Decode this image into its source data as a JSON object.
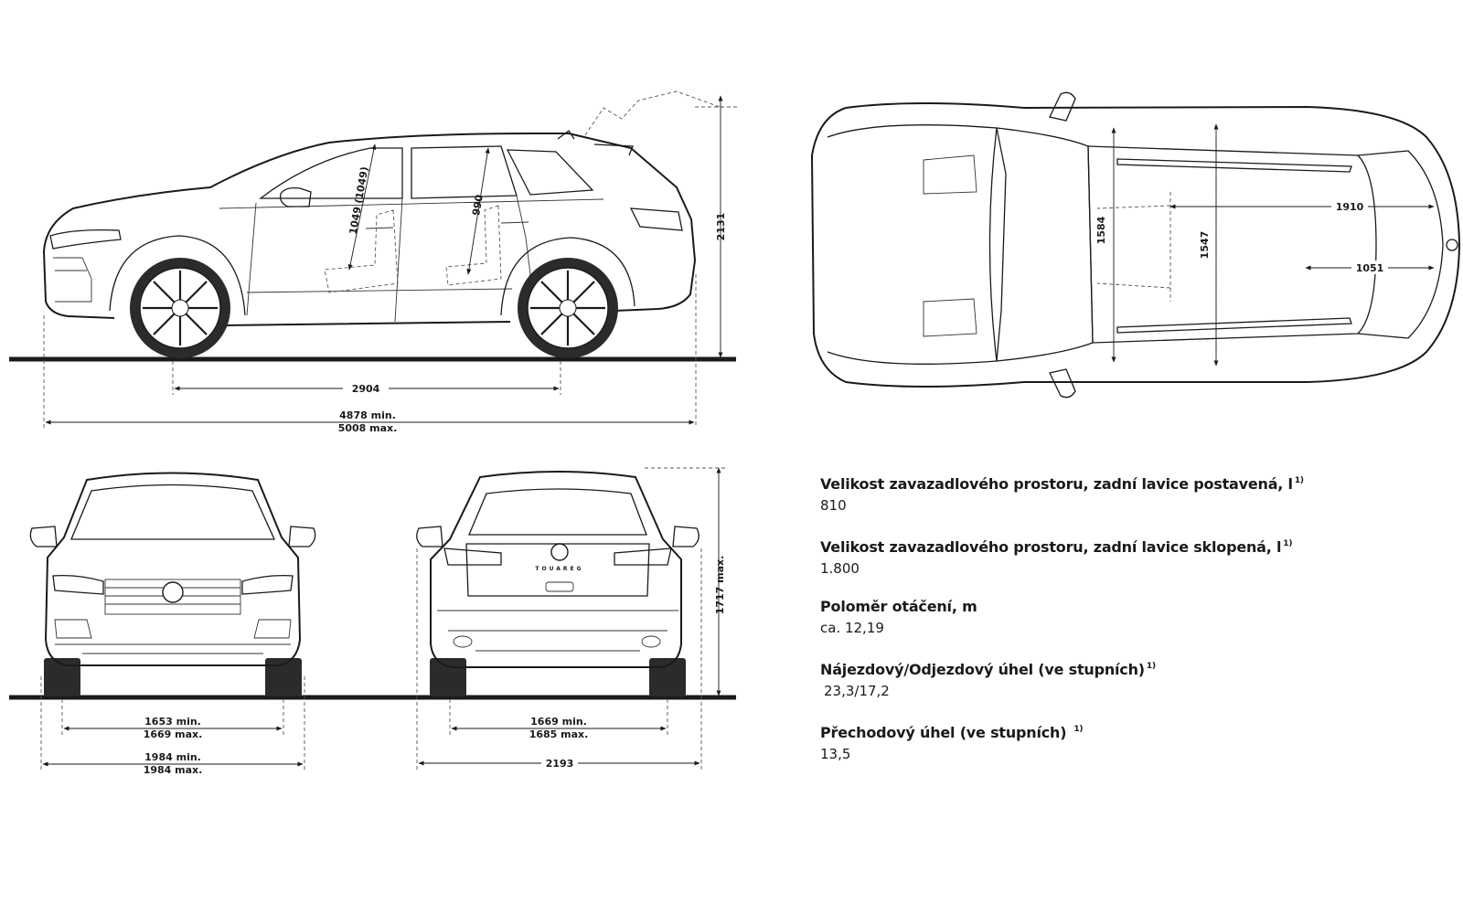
{
  "dimensions": {
    "wheelbase": "2904",
    "length_min": "4878 min.",
    "length_max": "5008 max.",
    "height_total": "2131",
    "front_headroom": "1049 (1049)",
    "rear_headroom": "990",
    "width_mirrors": "1910",
    "front_shoulder": "1584",
    "rear_shoulder": "1547",
    "boot_length": "1051",
    "front_track_min": "1653 min.",
    "front_track_max": "1669 max.",
    "front_width_min": "1984 min.",
    "front_width_max": "1984 max.",
    "rear_track_min": "1669 min.",
    "rear_track_max": "1685 max.",
    "rear_width": "2193",
    "height_max": "1717 max."
  },
  "specs": [
    {
      "label": "Velikost zavazadlového prostoru, zadní lavice postavená, l",
      "footnote": "1)",
      "value": "810"
    },
    {
      "label": "Velikost zavazadlového prostoru, zadní lavice sklopená, l",
      "footnote": "1)",
      "value": "1.800"
    },
    {
      "label": "Poloměr otáčení, m",
      "footnote": "",
      "value": "ca. 12,19"
    },
    {
      "label": "Nájezdový/Odjezdový úhel (ve stupních)",
      "footnote": "1)",
      "value": "23,3/17,2"
    },
    {
      "label": "Přechodový úhel (ve stupních)",
      "footnote": "1)",
      "value": "13,5"
    }
  ],
  "badge": {
    "rear_lettering": "TOUAREG"
  }
}
